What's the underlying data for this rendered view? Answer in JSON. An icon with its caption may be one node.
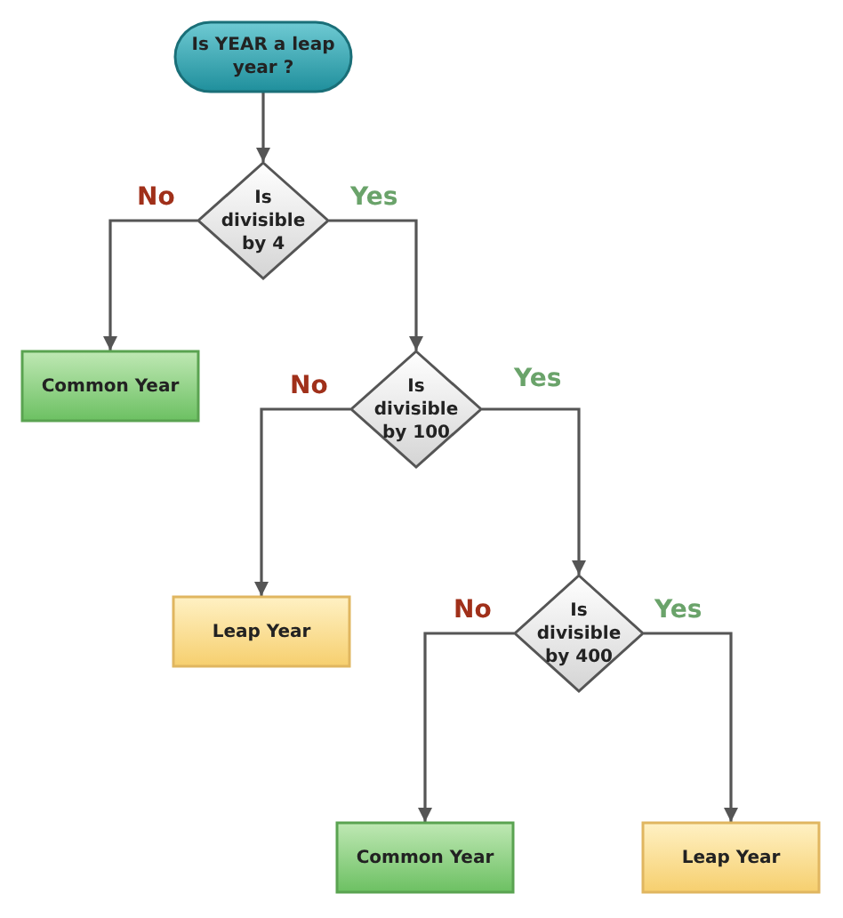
{
  "diagram": {
    "nodes": [
      {
        "text": [
          "Is YEAR a leap year ?"
        ]
      },
      {
        "text": [
          "Is divisible by 4"
        ]
      },
      {
        "text": [
          "Common Year"
        ]
      },
      {
        "text": [
          "Is divisible by 100"
        ]
      },
      {
        "text": [
          "Leap Year"
        ]
      },
      {
        "text": [
          "Is divisible by 400"
        ]
      },
      {
        "text": [
          "Common Year"
        ]
      },
      {
        "text": [
          "Leap Year"
        ]
      }
    ],
    "edges": [
      {
        "from": 0,
        "to": 1,
        "arrow": "to"
      },
      {
        "from": 1,
        "to": 2,
        "arrow": "to",
        "label": "No"
      },
      {
        "from": 1,
        "to": 3,
        "arrow": "to",
        "label": "Yes"
      },
      {
        "from": 3,
        "to": 4,
        "arrow": "to",
        "label": "No"
      },
      {
        "from": 3,
        "to": 5,
        "arrow": "to",
        "label": "Yes"
      },
      {
        "from": 5,
        "to": 6,
        "arrow": "to",
        "label": "No"
      },
      {
        "from": 5,
        "to": 7,
        "arrow": "to",
        "label": "Yes"
      }
    ]
  }
}
